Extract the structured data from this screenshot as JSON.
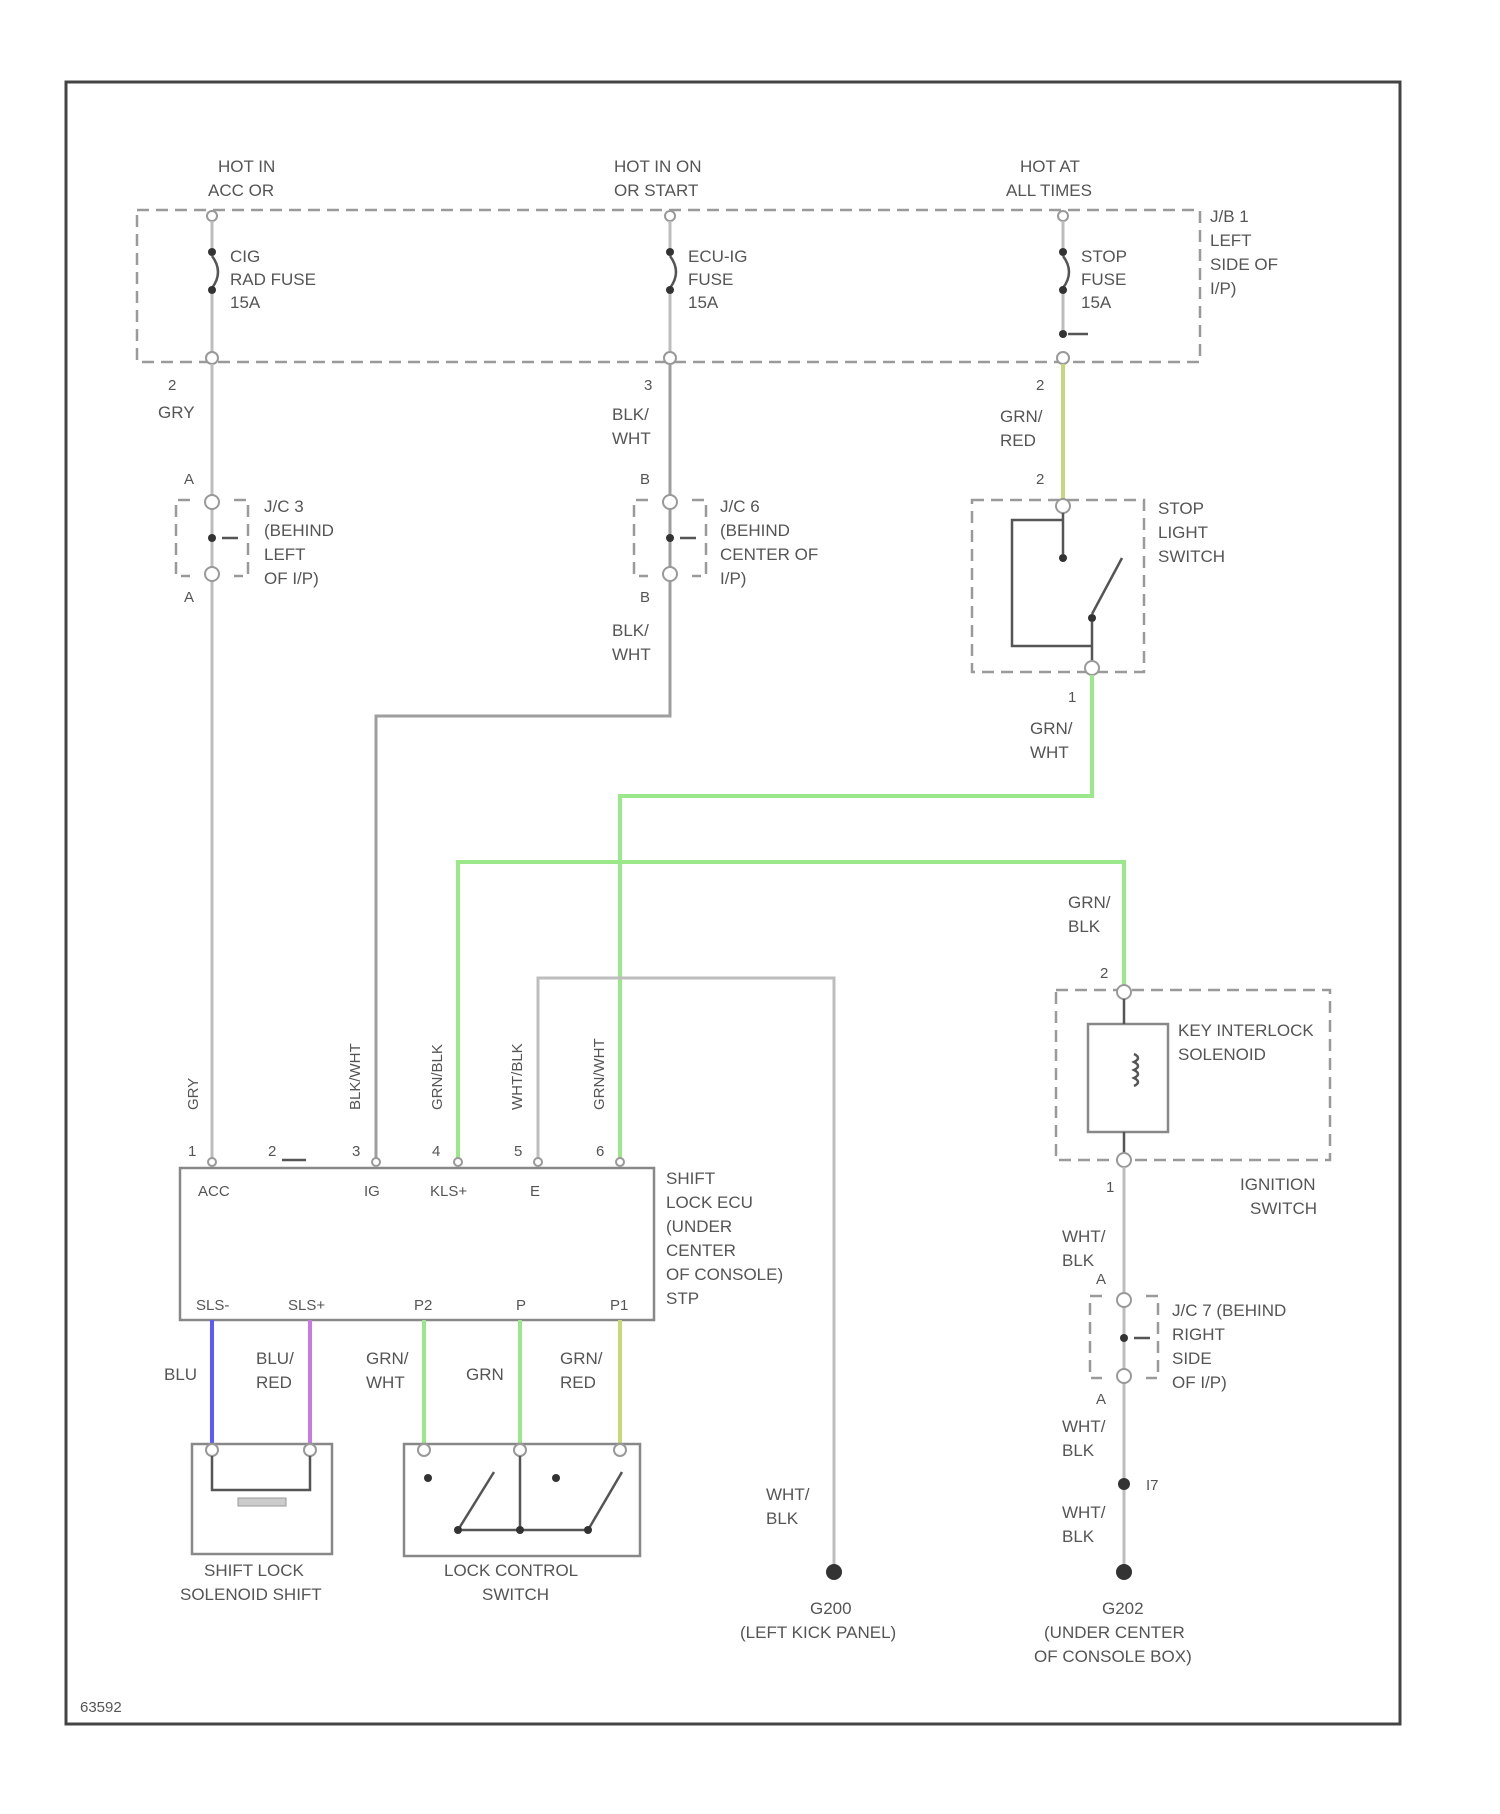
{
  "diagram_code": "63592",
  "colors": {
    "wire_gray": "#bdbdbd",
    "wire_dark_gray": "#9e9e9e",
    "wire_green": "#9be88a",
    "wire_green_yellow": "#c5d97a",
    "wire_blue": "#5a5aff",
    "wire_violet": "#c77ae0",
    "frame": "#444444"
  },
  "power_sources": [
    {
      "line1": "HOT IN",
      "line2": "ACC OR"
    },
    {
      "line1": "HOT IN ON",
      "line2": "OR START"
    },
    {
      "line1": "HOT AT",
      "line2": "ALL TIMES"
    }
  ],
  "junction_block": {
    "lines": [
      "J/B 1",
      "LEFT",
      "SIDE OF",
      "I/P)"
    ]
  },
  "fuses": [
    {
      "lines": [
        "CIG",
        "RAD FUSE",
        "15A"
      ],
      "pin_top": "",
      "pin_bottom": "2"
    },
    {
      "lines": [
        "ECU-IG",
        "FUSE",
        "15A"
      ],
      "pin_top": "",
      "pin_bottom": "3"
    },
    {
      "lines": [
        "STOP",
        "FUSE",
        "15A"
      ],
      "pin_top": "",
      "pin_bottom": "2"
    }
  ],
  "wires": {
    "w1_top": "GRY",
    "w2_top": [
      "BLK/",
      "WHT"
    ],
    "w3_top": [
      "GRN/",
      "RED"
    ],
    "w2_mid": [
      "BLK/",
      "WHT"
    ],
    "stop_out": [
      "GRN/",
      "WHT"
    ],
    "ks_in": [
      "GRN/",
      "BLK"
    ],
    "ks_out": [
      "WHT/",
      "BLK"
    ],
    "jc7_out": [
      "WHT/",
      "BLK"
    ],
    "g_right": [
      "WHT/",
      "BLK"
    ],
    "g_left": [
      "WHT/",
      "BLK"
    ],
    "sol1": "BLU",
    "sol2": [
      "BLU/",
      "RED"
    ],
    "sw1": [
      "GRN/",
      "WHT"
    ],
    "sw2": "GRN",
    "sw3": [
      "GRN/",
      "RED"
    ]
  },
  "junction_connectors": [
    {
      "pin_top": "A",
      "pin_bottom": "A",
      "lines": [
        "J/C 3",
        "(BEHIND",
        "LEFT",
        "OF I/P)"
      ]
    },
    {
      "pin_top": "B",
      "pin_bottom": "B",
      "lines": [
        "J/C 6",
        "(BEHIND",
        "CENTER OF",
        "I/P)"
      ]
    },
    {
      "pin_top": "A",
      "pin_bottom": "A",
      "lines": [
        "J/C 7 (BEHIND",
        "RIGHT",
        "SIDE",
        "OF I/P)"
      ]
    }
  ],
  "stop_light_switch": {
    "lines": [
      "STOP",
      "LIGHT",
      "SWITCH"
    ],
    "pin_top": "2",
    "pin_bottom": "1"
  },
  "key_interlock": {
    "lines": [
      "KEY INTERLOCK",
      "SOLENOID"
    ],
    "pin_top": "2",
    "pin_bottom": "1"
  },
  "ignition_switch": {
    "lines": [
      "IGNITION",
      "SWITCH"
    ]
  },
  "ecu": {
    "lines": [
      "SHIFT",
      "LOCK ECU",
      "(UNDER",
      "CENTER",
      "OF CONSOLE)",
      "STP"
    ],
    "top_pins": [
      {
        "num": "1",
        "wire": "GRY",
        "terminal": "ACC"
      },
      {
        "num": "2",
        "wire": "",
        "terminal": ""
      },
      {
        "num": "3",
        "wire": "BLK/WHT",
        "terminal": "IG"
      },
      {
        "num": "4",
        "wire": "GRN/BLK",
        "terminal": "KLS+"
      },
      {
        "num": "5",
        "wire": "WHT/BLK",
        "terminal": "E"
      },
      {
        "num": "6",
        "wire": "GRN/WHT",
        "terminal": ""
      }
    ],
    "bottom_terminals": [
      "SLS-",
      "SLS+",
      "P2",
      "P",
      "P1"
    ]
  },
  "shift_lock_solenoid": {
    "lines": [
      "SHIFT LOCK",
      "SOLENOID SHIFT"
    ]
  },
  "lock_control_switch": {
    "lines": [
      "LOCK CONTROL",
      "SWITCH"
    ]
  },
  "splice": {
    "label": "I7"
  },
  "grounds": [
    {
      "id": "G200",
      "desc": "(LEFT KICK PANEL)"
    },
    {
      "id": "G202",
      "lines": [
        "(UNDER CENTER",
        "OF CONSOLE BOX)"
      ]
    }
  ]
}
